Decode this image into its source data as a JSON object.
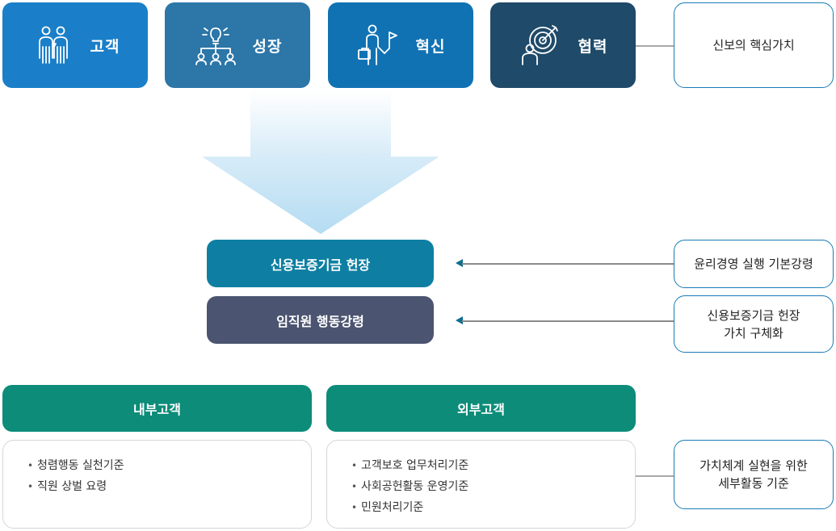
{
  "core_values": [
    {
      "label": "고객",
      "icon": "customer-people-icon"
    },
    {
      "label": "성장",
      "icon": "growth-org-chart-icon"
    },
    {
      "label": "혁신",
      "icon": "innovation-person-flag-icon"
    },
    {
      "label": "협력",
      "icon": "cooperation-target-icon"
    }
  ],
  "notes": {
    "core": "신보의 핵심가치",
    "ethics": "윤리경영 실행 기본강령",
    "values_lines": [
      "신용보증기금 헌장",
      "가치 구체화"
    ],
    "detail_lines": [
      "가치체계 실현을 위한",
      "세부활동 기준"
    ]
  },
  "center": {
    "charter": "신용보증기금 헌장",
    "code": "임직원 행동강령"
  },
  "customers": {
    "internal": {
      "title": "내부고객",
      "items": [
        "청렴행동 실천기준",
        "직원 상벌 요령"
      ]
    },
    "external": {
      "title": "외부고객",
      "items": [
        "고객보호 업무처리기준",
        "사회공헌활동 운영기준",
        "민원처리기준"
      ]
    }
  },
  "colors": {
    "customer": "#1a7fc8",
    "growth": "#2c76a8",
    "innovation": "#1172b3",
    "cooperation": "#1f4a6a",
    "charter": "#0e7fa2",
    "code": "#4b5470",
    "customer_header": "#0c8c79",
    "note_border": "#1a7bb8"
  }
}
